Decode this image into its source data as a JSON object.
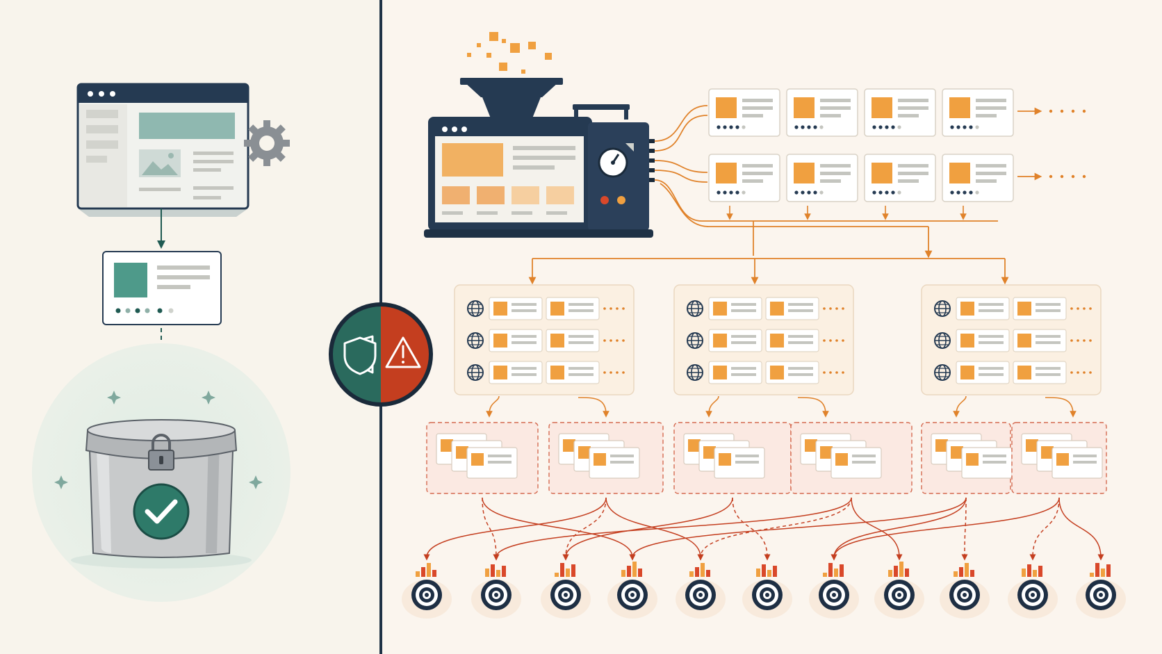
{
  "left_panel": {
    "window": {
      "icon": "browser-window-icon",
      "accessory": "gear-icon"
    },
    "card": {
      "icon": "content-card-icon"
    },
    "vault": {
      "icon": "locked-storage-icon",
      "badge": "checkmark-icon"
    }
  },
  "divider": {
    "badge": {
      "left_icon": "shield-icon",
      "right_icon": "warning-icon"
    }
  },
  "right_panel": {
    "machine": {
      "icon": "content-machine-icon"
    },
    "card_rows": 2,
    "cards_per_row": 4,
    "clusters": 3,
    "cluster_rows": 3,
    "bins": 6,
    "targets": 11
  },
  "colors": {
    "background_left": "#f8f4ec",
    "background_right": "#fbf5ee",
    "navy": "#253a52",
    "teal": "#2e7a69",
    "red": "#c43e1f",
    "orange": "#f0a040",
    "dark_orange": "#e0822a"
  }
}
